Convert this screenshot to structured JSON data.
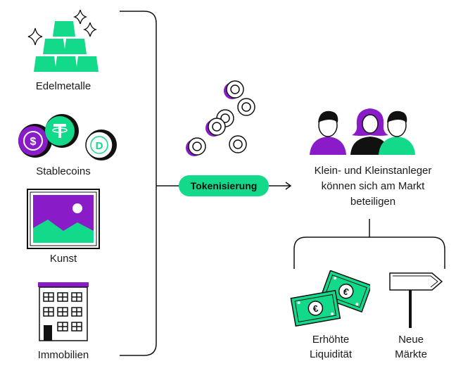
{
  "assets": {
    "edelmetalle": "Edelmetalle",
    "stablecoins": "Stablecoins",
    "kunst": "Kunst",
    "immobilien": "Immobilien"
  },
  "process": {
    "label": "Tokenisierung"
  },
  "result": {
    "line1": "Klein- und Kleinstanleger",
    "line2": "können sich am Markt",
    "line3": "beteiligen"
  },
  "benefits": {
    "liquidity_line1": "Erhöhte",
    "liquidity_line2": "Liquidität",
    "markets_line1": "Neue",
    "markets_line2": "Märkte"
  },
  "icons": {
    "gold": "gold-bars-icon",
    "coins": "crypto-coins-icon",
    "art": "painting-icon",
    "building": "building-icon",
    "tokens": "token-coins-icon",
    "people": "people-icon",
    "money": "euro-banknotes-icon",
    "sign": "signpost-icon"
  },
  "colors": {
    "green": "#13d98a",
    "purple": "#8a1bc9",
    "dark": "#111111"
  }
}
